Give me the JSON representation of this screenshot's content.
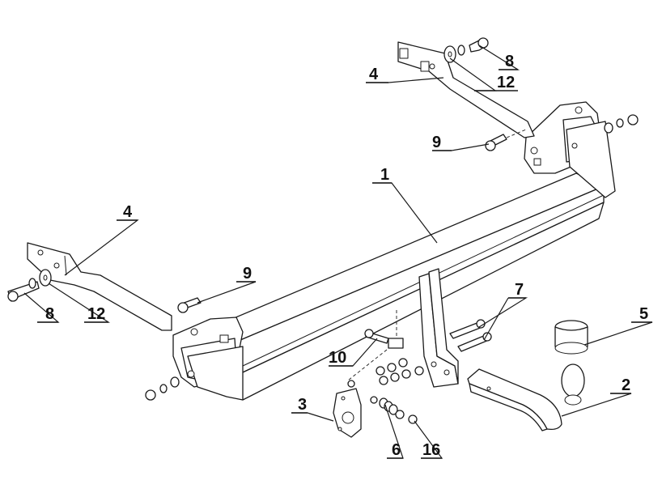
{
  "callouts": [
    {
      "id": "1",
      "text": "1"
    },
    {
      "id": "2",
      "text": "2"
    },
    {
      "id": "3",
      "text": "3"
    },
    {
      "id": "4a",
      "text": "4"
    },
    {
      "id": "4b",
      "text": "4"
    },
    {
      "id": "5",
      "text": "5"
    },
    {
      "id": "6",
      "text": "6"
    },
    {
      "id": "7",
      "text": "7"
    },
    {
      "id": "8a",
      "text": "8"
    },
    {
      "id": "8b",
      "text": "8"
    },
    {
      "id": "9a",
      "text": "9"
    },
    {
      "id": "9b",
      "text": "9"
    },
    {
      "id": "10",
      "text": "10"
    },
    {
      "id": "12a",
      "text": "12"
    },
    {
      "id": "12b",
      "text": "12"
    },
    {
      "id": "16",
      "text": "16"
    }
  ],
  "colors": {
    "line": "#1a1a1a",
    "background": "#ffffff"
  }
}
